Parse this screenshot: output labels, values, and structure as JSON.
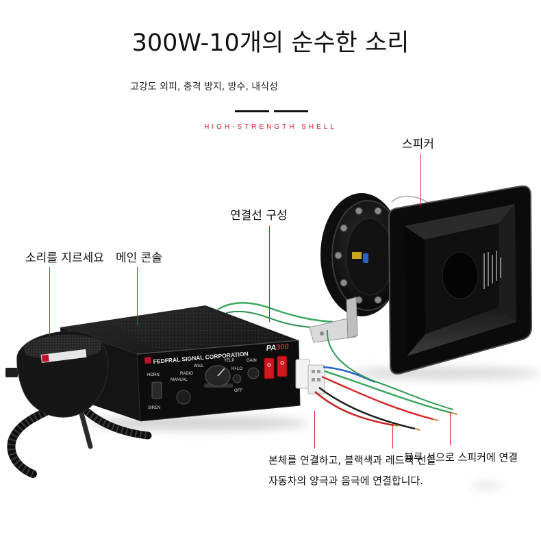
{
  "header": {
    "title": "300W-10개의 순수한 소리",
    "subtitle": "고강도 외피, 충격 방지, 방수, 내식성",
    "tagline": "HIGH-STRENGTH SHELL"
  },
  "callouts": {
    "speaker": "스피커",
    "wiring": "연결선 구성",
    "microphone": "소리를 지르세요",
    "console": "메인 콘솔"
  },
  "instructions": {
    "line1": "본체를 연결하고, 블랙색과 레드색 선을",
    "line1_overlay": "블루 선으로 스피커에 연결",
    "line2": "자동차의 양극과 음극에 연결합니다."
  },
  "amplifier": {
    "brand": "FEDFRAL SIGNAL CORPORATION",
    "model_prefix": "PA",
    "model_number": "300",
    "controls": {
      "horn": "HORN",
      "siren": "SIREN",
      "manual": "MANUAL",
      "radio": "RADIO",
      "wail": "WAIL",
      "yelp": "YELP",
      "hi_lo": "HI-LO",
      "gain": "GAIN",
      "off": "OFF"
    }
  },
  "colors": {
    "accent": "#c8102e",
    "text": "#111111",
    "callout_line": "#d21f1f",
    "wire_red": "#d42a2a",
    "wire_green": "#3aa860",
    "wire_blue": "#2a63c9",
    "wire_black": "#1e1e1e"
  }
}
